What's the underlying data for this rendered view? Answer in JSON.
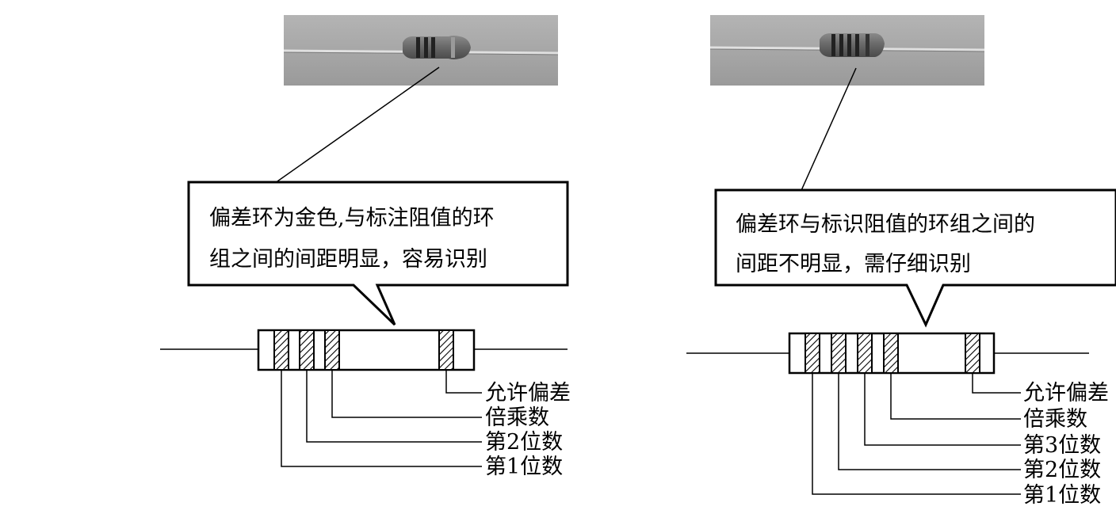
{
  "left_panel": {
    "photo": {
      "caption": "",
      "band_count": 4
    },
    "callout": {
      "lines": [
        "偏差环为金色,与标注阻值的环",
        "组之间的间距明显，容易识别"
      ]
    },
    "band_labels": [
      "允许偏差",
      "倍乘数",
      "第2位数",
      "第1位数"
    ]
  },
  "right_panel": {
    "photo": {
      "caption": "",
      "band_count": 5
    },
    "callout": {
      "lines": [
        "偏差环与标识阻值的环组之间的",
        "间距不明显，需仔细识别"
      ]
    },
    "band_labels": [
      "允许偏差",
      "倍乘数",
      "第3位数",
      "第2位数",
      "第1位数"
    ]
  },
  "colors": {
    "background": "#ffffff",
    "ink": "#000000",
    "photo_bg": "#a9a9a9",
    "resistor_body": "#6e6e6e",
    "band": "#2a2a2a"
  }
}
